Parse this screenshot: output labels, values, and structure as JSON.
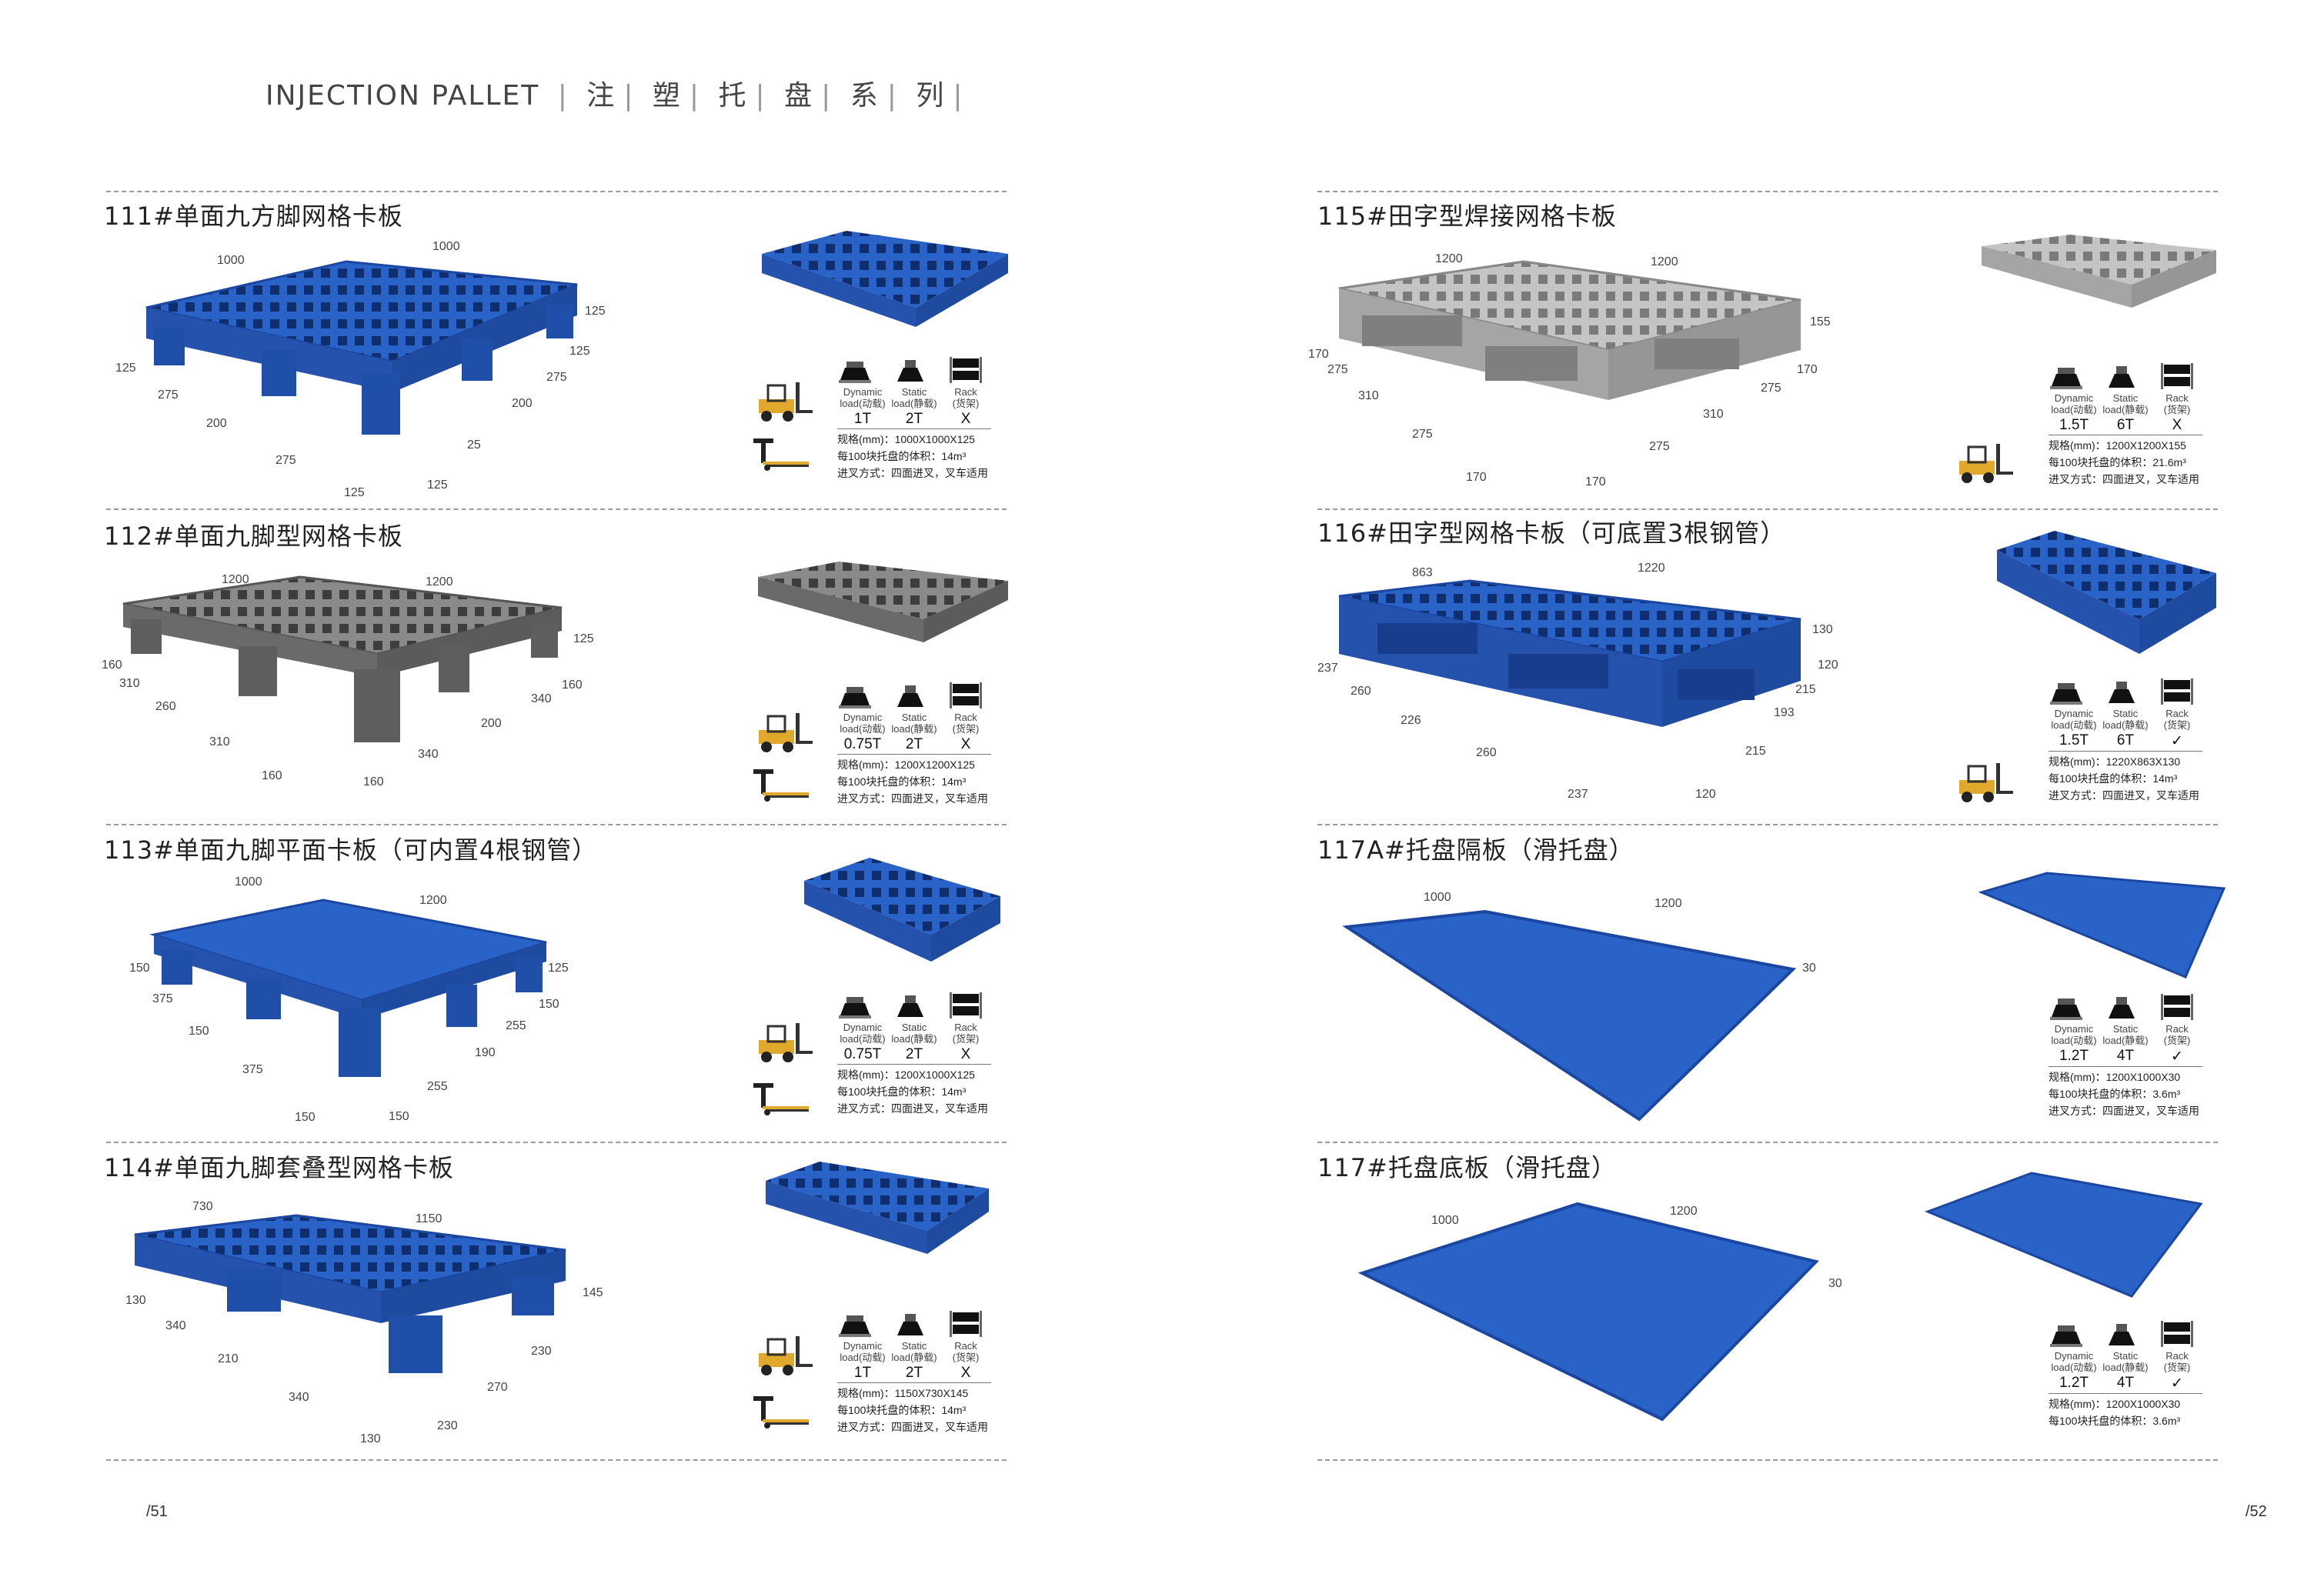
{
  "header": {
    "en": "INJECTION PALLET",
    "cn": [
      "注",
      "塑",
      "托",
      "盘",
      "系",
      "列"
    ]
  },
  "colors": {
    "blue": "#2a63c8",
    "blue_dark": "#1b47a0",
    "gray": "#7b7b7b",
    "light_gray": "#b9b9b9"
  },
  "load_headers": {
    "dynamic": "Dynamic",
    "dynamic_cn": "load(动载)",
    "static": "Static",
    "static_cn": "load(静载)",
    "rack": "Rack",
    "rack_cn": "(货架)"
  },
  "products": [
    {
      "title": "111#单面九方脚网格卡板",
      "dims": [
        "1000",
        "1000",
        "125",
        "125",
        "275",
        "200",
        "275",
        "125",
        "125",
        "275",
        "200",
        "25",
        "125"
      ],
      "dynamic": "1T",
      "static": "2T",
      "rack": "X",
      "spec1": "规格(mm)：1000X1000X125",
      "spec2": "每100块托盘的体积：14m³",
      "spec3": "进叉方式：四面进叉，叉车适用"
    },
    {
      "title": "112#单面九脚型网格卡板",
      "dims": [
        "1200",
        "1200",
        "125",
        "160",
        "310",
        "260",
        "310",
        "160",
        "160",
        "340",
        "200",
        "340",
        "160"
      ],
      "dynamic": "0.75T",
      "static": "2T",
      "rack": "X",
      "spec1": "规格(mm)：1200X1200X125",
      "spec2": "每100块托盘的体积：14m³",
      "spec3": "进叉方式：四面进叉，叉车适用"
    },
    {
      "title": "113#单面九脚平面卡板（可内置4根钢管）",
      "dims": [
        "1000",
        "1200",
        "125",
        "150",
        "375",
        "150",
        "375",
        "150",
        "150",
        "255",
        "190",
        "255",
        "150"
      ],
      "dynamic": "0.75T",
      "static": "2T",
      "rack": "X",
      "spec1": "规格(mm)：1200X1000X125",
      "spec2": "每100块托盘的体积：14m³",
      "spec3": "进叉方式：四面进叉，叉车适用"
    },
    {
      "title": "114#单面九脚套叠型网格卡板",
      "dims": [
        "730",
        "1150",
        "145",
        "130",
        "340",
        "210",
        "340",
        "130",
        "230",
        "270",
        "230"
      ],
      "dynamic": "1T",
      "static": "2T",
      "rack": "X",
      "spec1": "规格(mm)：1150X730X145",
      "spec2": "每100块托盘的体积：14m³",
      "spec3": "进叉方式：四面进叉，叉车适用"
    },
    {
      "title": "115#田字型焊接网格卡板",
      "dims": [
        "1200",
        "1200",
        "155",
        "170",
        "275",
        "310",
        "275",
        "170",
        "170",
        "275",
        "310",
        "275",
        "170"
      ],
      "dynamic": "1.5T",
      "static": "6T",
      "rack": "X",
      "spec1": "规格(mm)：1200X1200X155",
      "spec2": "每100块托盘的体积：21.6m³",
      "spec3": "进叉方式：四面进叉，叉车适用"
    },
    {
      "title": "116#田字型网格卡板（可底置3根钢管）",
      "dims": [
        "863",
        "1220",
        "130",
        "237",
        "260",
        "226",
        "260",
        "237",
        "120",
        "215",
        "193",
        "215",
        "120"
      ],
      "dynamic": "1.5T",
      "static": "6T",
      "rack": "✓",
      "spec1": "规格(mm)：1220X863X130",
      "spec2": "每100块托盘的体积：14m³",
      "spec3": "进叉方式：四面进叉，叉车适用"
    },
    {
      "title": "117A#托盘隔板（滑托盘）",
      "dims": [
        "1000",
        "1200",
        "30"
      ],
      "dynamic": "1.2T",
      "static": "4T",
      "rack": "✓",
      "spec1": "规格(mm)：1200X1000X30",
      "spec2": "每100块托盘的体积：3.6m³",
      "spec3": "进叉方式：四面进叉，叉车适用"
    },
    {
      "title": "117#托盘底板（滑托盘）",
      "dims": [
        "1000",
        "1200",
        "30"
      ],
      "dynamic": "1.2T",
      "static": "4T",
      "rack": "✓",
      "spec1": "规格(mm)：1200X1000X30",
      "spec2": "每100块托盘的体积：3.6m³",
      "spec3": ""
    }
  ],
  "page_numbers": {
    "left": "/51",
    "right": "/52"
  }
}
